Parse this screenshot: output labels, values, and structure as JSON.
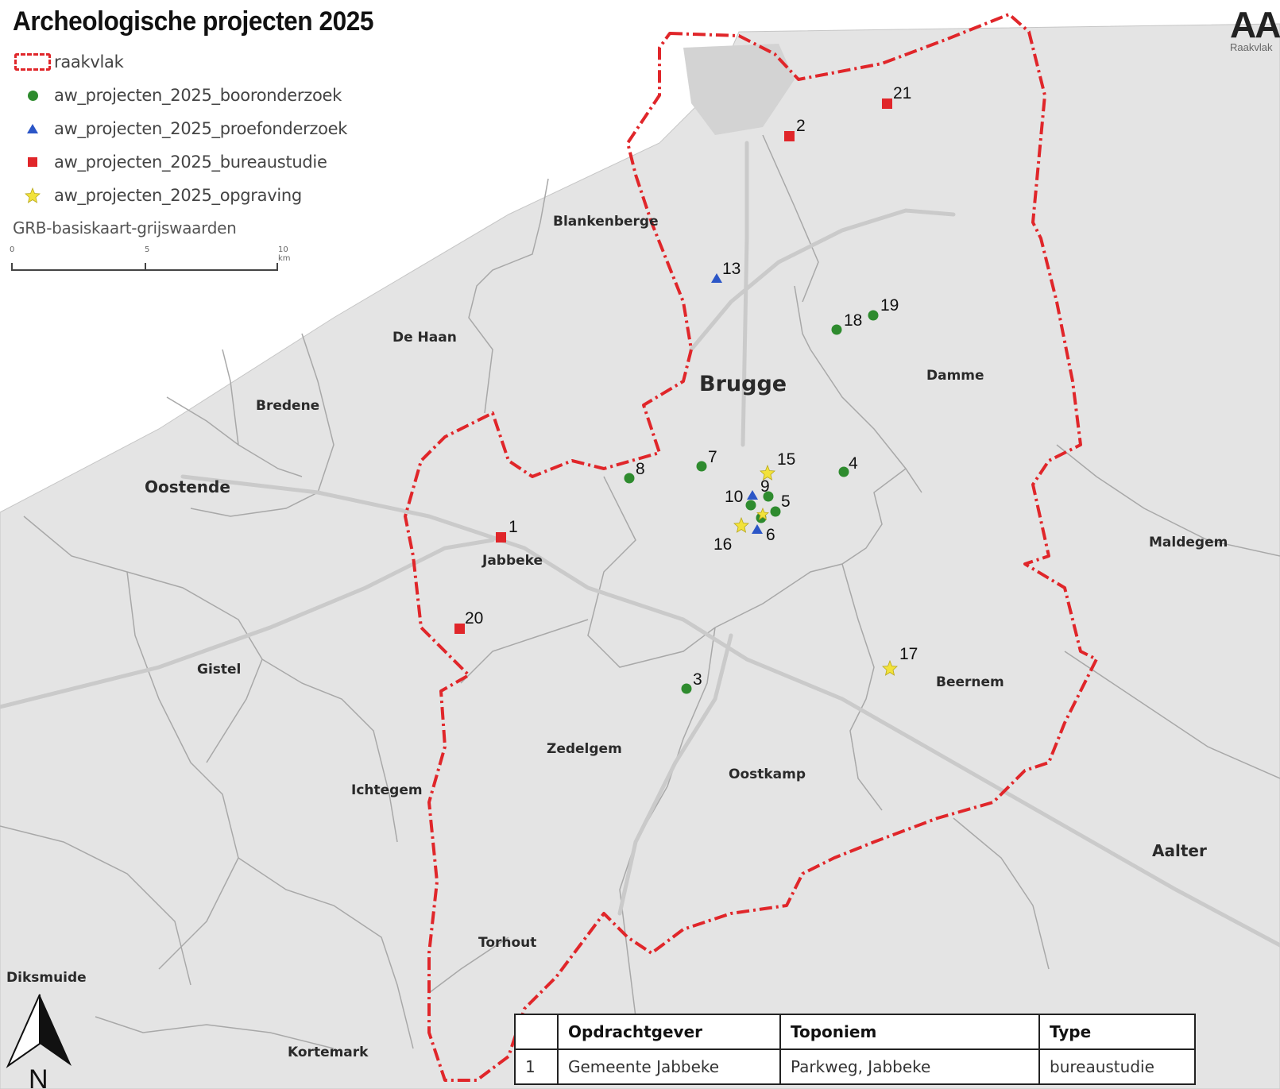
{
  "title": "Archeologische projecten 2025",
  "legend": {
    "items": [
      {
        "symbol": "dashed-box",
        "label": "raakvlak"
      },
      {
        "symbol": "green-dot",
        "label": "aw_projecten_2025_booronderzoek"
      },
      {
        "symbol": "blue-triangle",
        "label": "aw_projecten_2025_proefonderzoek"
      },
      {
        "symbol": "red-square",
        "label": "aw_projecten_2025_bureaustudie"
      },
      {
        "symbol": "yellow-star",
        "label": "aw_projecten_2025_opgraving"
      }
    ],
    "basemap": "GRB-basiskaart-grijswaarden"
  },
  "scale": {
    "labels": [
      "0",
      "5",
      "10 km"
    ]
  },
  "colors": {
    "raakvlak": "#e0262a",
    "booronderzoek": "#2e8b2e",
    "proefonderzoek": "#2b56c7",
    "bureaustudie": "#e0262a",
    "opgraving": "#f2e23a",
    "land": "#e4e4e4",
    "sea": "#ffffff",
    "borders": "#a8a8a8"
  },
  "logo": {
    "mark": "AA",
    "sub": "Raakvlak"
  },
  "north": {
    "label": "N"
  },
  "places": [
    "Blankenberge",
    "De Haan",
    "Bredene",
    "Oostende",
    "Brugge",
    "Damme",
    "Jabbeke",
    "Maldegem",
    "Gistel",
    "Beernem",
    "Zedelgem",
    "Oostkamp",
    "Ichtegem",
    "Aalter",
    "Torhout",
    "Diksmuide",
    "Kortemark"
  ],
  "points": [
    {
      "id": "1",
      "type": "bureaustudie"
    },
    {
      "id": "2",
      "type": "bureaustudie"
    },
    {
      "id": "3",
      "type": "booronderzoek"
    },
    {
      "id": "4",
      "type": "booronderzoek"
    },
    {
      "id": "5",
      "type": "booronderzoek"
    },
    {
      "id": "6",
      "type": "proefonderzoek"
    },
    {
      "id": "7",
      "type": "booronderzoek"
    },
    {
      "id": "8",
      "type": "booronderzoek"
    },
    {
      "id": "9",
      "type": "booronderzoek"
    },
    {
      "id": "10",
      "type": "proefonderzoek"
    },
    {
      "id": "13",
      "type": "proefonderzoek"
    },
    {
      "id": "15",
      "type": "opgraving"
    },
    {
      "id": "16",
      "type": "opgraving"
    },
    {
      "id": "17",
      "type": "opgraving"
    },
    {
      "id": "18",
      "type": "booronderzoek"
    },
    {
      "id": "19",
      "type": "booronderzoek"
    },
    {
      "id": "20",
      "type": "bureaustudie"
    },
    {
      "id": "21",
      "type": "bureaustudie"
    }
  ],
  "table": {
    "headers": [
      "",
      "Opdrachtgever",
      "Toponiem",
      "Type"
    ],
    "rows": [
      [
        "1",
        "Gemeente Jabbeke",
        "Parkweg, Jabbeke",
        "bureaustudie"
      ]
    ]
  }
}
